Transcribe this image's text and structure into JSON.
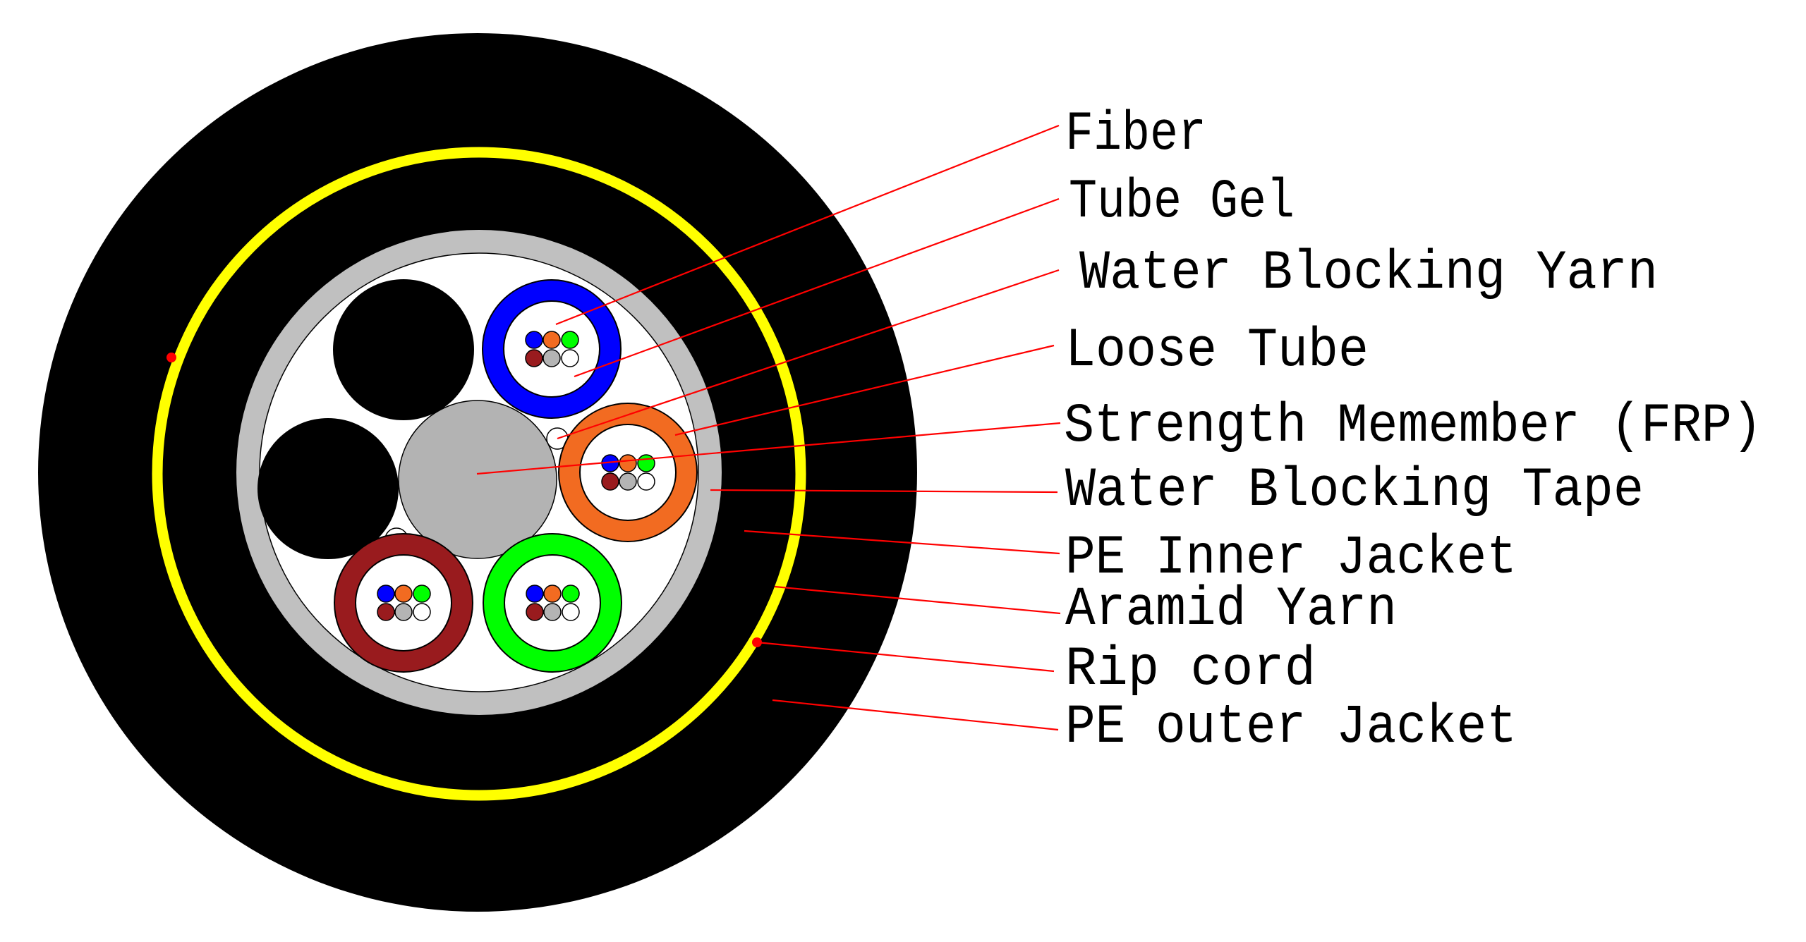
{
  "title": "Optical fiber cable cross-section",
  "colors": {
    "background": "#ffffff",
    "outer_jacket": "#000000",
    "aramid_yarn": "#ffff00",
    "rip_cord": "#ff0000",
    "inner_jacket": "#000000",
    "water_blocking_tape": "#c0c0c0",
    "core_fill": "#ffffff",
    "strength_member": "#b3b3b3",
    "filler_rod": "#000000",
    "water_blocking_yarn": "#ffffff",
    "leader_line": "#ff0000",
    "label_text": "#000000"
  },
  "loose_tubes": [
    {
      "name": "blue-tube",
      "color": "#0000ff"
    },
    {
      "name": "orange-tube",
      "color": "#f26b21"
    },
    {
      "name": "green-tube",
      "color": "#00ff00"
    },
    {
      "name": "brown-tube",
      "color": "#991b1e"
    }
  ],
  "fiber_colors": [
    "#0000ff",
    "#f26b21",
    "#00ff00",
    "#991b1e",
    "#b4b4b4",
    "#ffffff"
  ],
  "filler_rod_count": 2,
  "labels": [
    {
      "id": "fiber",
      "text": "Fiber"
    },
    {
      "id": "tube-gel",
      "text": "Tube Gel"
    },
    {
      "id": "water-blocking-yarn",
      "text": "Water Blocking Yarn"
    },
    {
      "id": "loose-tube",
      "text": "Loose Tube"
    },
    {
      "id": "strength-member",
      "text": "Strength Memember (FRP)"
    },
    {
      "id": "water-blocking-tape",
      "text": "Water Blocking Tape"
    },
    {
      "id": "pe-inner-jacket",
      "text": "PE Inner Jacket"
    },
    {
      "id": "aramid-yarn",
      "text": "Aramid Yarn"
    },
    {
      "id": "rip-cord",
      "text": "Rip cord"
    },
    {
      "id": "pe-outer-jacket",
      "text": "PE outer Jacket"
    }
  ]
}
